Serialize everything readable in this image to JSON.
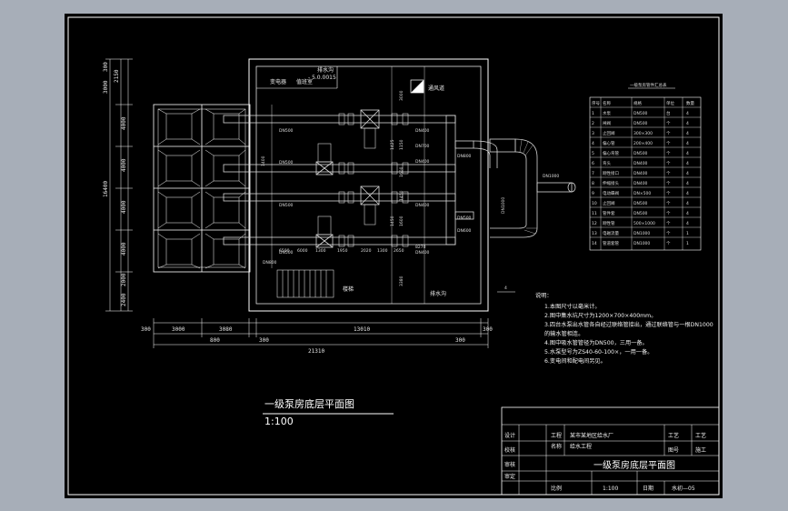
{
  "drawing": {
    "title": "一级泵房底层平面图",
    "scale": "1:100"
  },
  "plan_labels": {
    "elevation": "- 5.0.0015",
    "drain_top": "排水沟",
    "drain_bottom": "排水沟",
    "vent_shaft": "通风道",
    "room_a": "变电器",
    "room_b": "值班室",
    "stairs": "楼梯",
    "pipes": [
      "DN500",
      "DN400",
      "DN400",
      "DN700",
      "DN800",
      "DN500",
      "DN400",
      "DN500",
      "DN500",
      "DN400",
      "DN500",
      "DN1000",
      "DN1000",
      "DN600",
      "DN800"
    ],
    "inner_dims": [
      "3000",
      "1150",
      "1600",
      "1450",
      "1600",
      "1425",
      "1450",
      "3380",
      "1400",
      "1950",
      "2020",
      "1300",
      "1300",
      "2650",
      "6500",
      "6000",
      "8270"
    ]
  },
  "dimensions": {
    "top_left": [
      "300",
      "3000",
      "2150"
    ],
    "left_total": "16400",
    "left_segments": [
      "4000",
      "4000",
      "4000",
      "4000",
      "2000",
      "2400"
    ],
    "bottom_row1": [
      "300",
      "3000",
      "3080",
      "13010",
      "300"
    ],
    "bottom_row2": [
      "800",
      "300",
      "300"
    ],
    "bottom_total": "21310"
  },
  "parts_table": {
    "title": "一级泵房管件汇总表",
    "headers": [
      "序号",
      "名称",
      "规格",
      "单位",
      "数量"
    ],
    "rows": [
      [
        "1",
        "水泵",
        "DN500",
        "台",
        "4"
      ],
      [
        "2",
        "闸阀",
        "DN500",
        "个",
        "4"
      ],
      [
        "3",
        "止回阀",
        "300×300",
        "个",
        "4"
      ],
      [
        "4",
        "偏心管",
        "200×400",
        "个",
        "4"
      ],
      [
        "5",
        "偏心弯管",
        "DN500",
        "个",
        "4"
      ],
      [
        "6",
        "弯头",
        "DN400",
        "个",
        "4"
      ],
      [
        "7",
        "刚性接口",
        "DN400",
        "个",
        "4"
      ],
      [
        "8",
        "伸缩接头",
        "DN400",
        "个",
        "4"
      ],
      [
        "9",
        "电动蝶阀",
        "DN×500",
        "个",
        "4"
      ],
      [
        "10",
        "止回阀",
        "DN500",
        "个",
        "4"
      ],
      [
        "11",
        "管件套",
        "DN500",
        "个",
        "4"
      ],
      [
        "12",
        "刚性管",
        "500×1000",
        "个",
        "4"
      ],
      [
        "13",
        "电磁流量",
        "DN1000",
        "个",
        "1"
      ],
      [
        "14",
        "管道套管",
        "DN1000",
        "个",
        "1"
      ]
    ]
  },
  "notes": {
    "heading": "说明：",
    "lines": [
      "1.本图尺寸以毫米计。",
      "2.图中集水坑尺寸为1200×700×400mm。",
      "3.四台水泵出水管各自经过联络管接出，通过联络管与一根DN1000",
      "的输水管相连。",
      "4.图中吸水管管径为DN500，三用一备。",
      "5.水泵型号为ZS40-60-100×，一用一备。",
      "6.变电间和配电间另见。"
    ]
  },
  "title_block": {
    "drawing_name": "一级泵房底层平面图",
    "project": "某市某地区给水厂",
    "sub_project": "给水工程",
    "left_labels": [
      "设计",
      "校核",
      "审核",
      "审定"
    ],
    "mid_labels": [
      "工程",
      "名称"
    ],
    "right_labels": [
      "工艺",
      "图号",
      "比例",
      "日期"
    ],
    "scale_value": "1:100",
    "sheet_no": "水初—05",
    "specialty": "工艺",
    "stage": "施工"
  },
  "marker": "4",
  "colors": {
    "background": "#a7aeb8",
    "sheet": "#000000",
    "lines": "#ffffff",
    "pipes": "#d8d8d8"
  }
}
